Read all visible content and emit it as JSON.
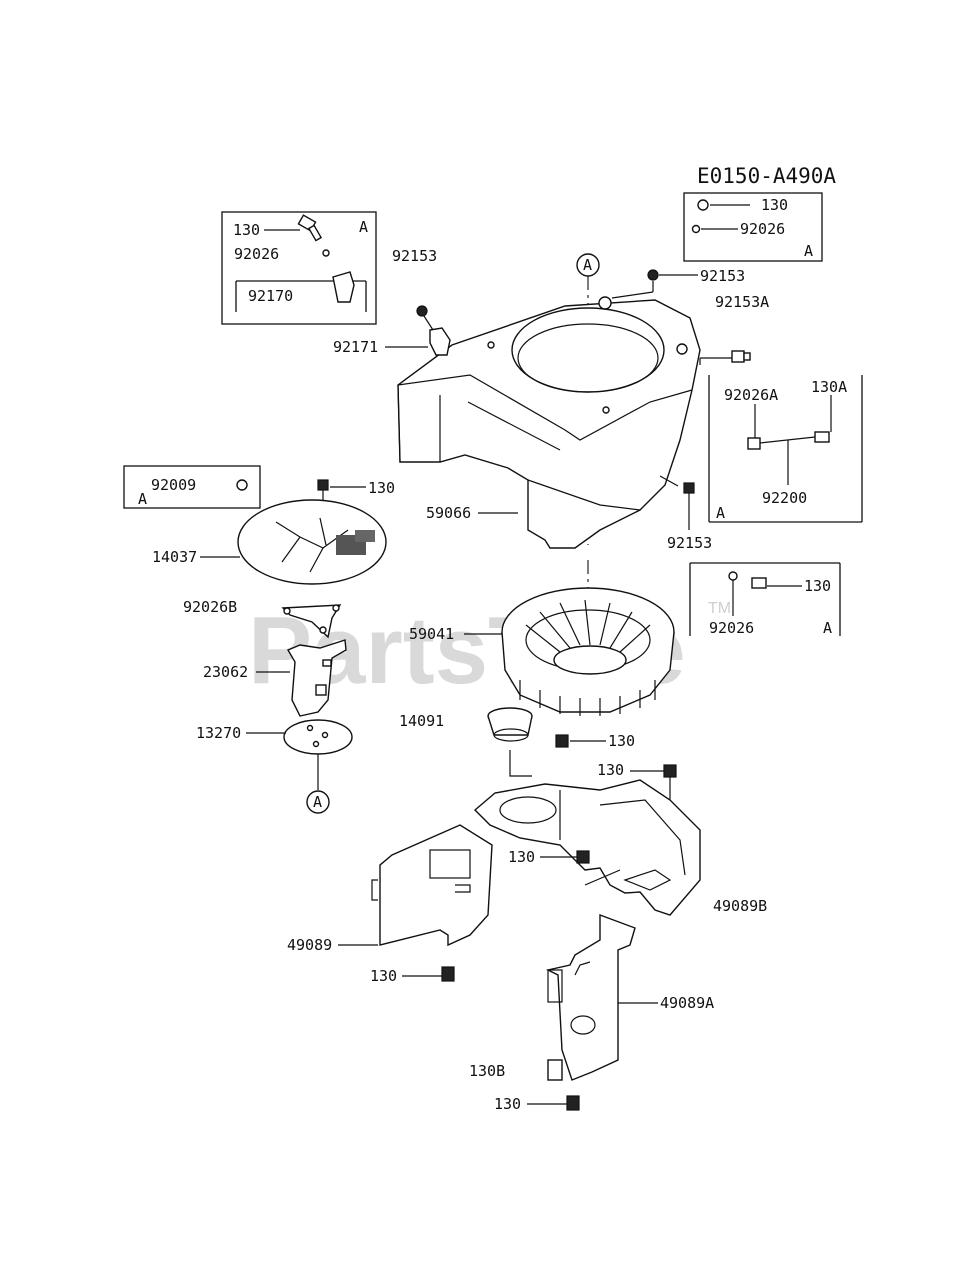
{
  "diagram": {
    "code": "E0150-A490A",
    "watermark": "PartsTree",
    "watermark_tm": "TM",
    "ref_marker": "A",
    "labels": {
      "p130_a": "130",
      "p92026_a": "92026",
      "p92170": "92170",
      "pA_box1": "A",
      "p92153_top": "92153",
      "p92171": "92171",
      "p130_b": "130",
      "p92026_b": "92026",
      "pA_box2": "A",
      "p92153_r": "92153",
      "p92153A": "92153A",
      "p92026A": "92026A",
      "p130A": "130A",
      "p92200": "92200",
      "pA_box3": "A",
      "p92153_low": "92153",
      "p92009": "92009",
      "pA_box4": "A",
      "p130_c": "130",
      "p59066": "59066",
      "p14037": "14037",
      "p92026B": "92026B",
      "p130_d": "130",
      "p92026_d": "92026",
      "pA_box5": "A",
      "p59041": "59041",
      "p23062": "23062",
      "p14091": "14091",
      "p13270": "13270",
      "p130_e": "130",
      "p130_f": "130",
      "p130_g": "130",
      "p49089B": "49089B",
      "p49089": "49089",
      "p130_h": "130",
      "p49089A": "49089A",
      "p130B": "130B",
      "p130_i": "130"
    }
  }
}
